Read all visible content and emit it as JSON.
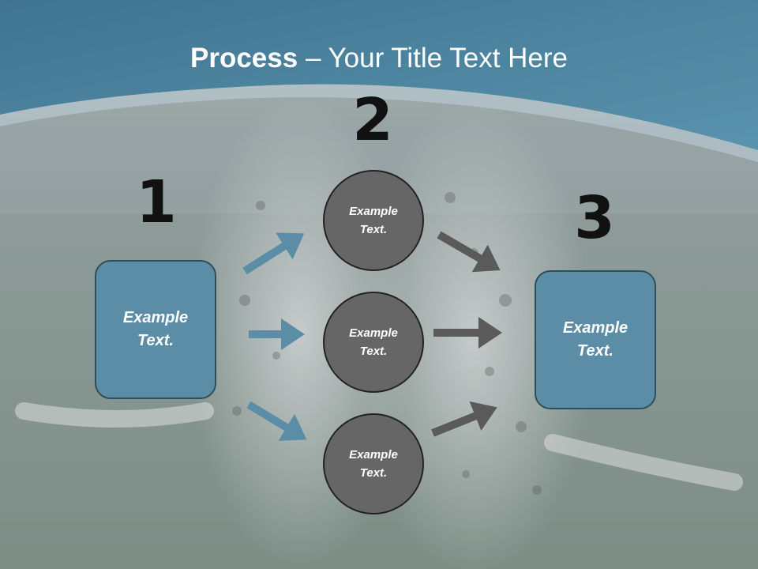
{
  "title": {
    "bold": "Process",
    "rest": " – Your Title Text Here"
  },
  "steps": [
    "1",
    "2",
    "3"
  ],
  "left_box": {
    "text": "Example Text."
  },
  "right_box": {
    "text": "Example Text."
  },
  "circles": [
    {
      "text": "Example Text."
    },
    {
      "text": "Example Text."
    },
    {
      "text": "Example Text."
    }
  ],
  "colors": {
    "header": "#4a7f9c",
    "box_fill": "#5b8ea6",
    "circle_fill": "#666666",
    "arrow_blue": "#5b8ea6",
    "arrow_gray": "#5a5a5a"
  }
}
